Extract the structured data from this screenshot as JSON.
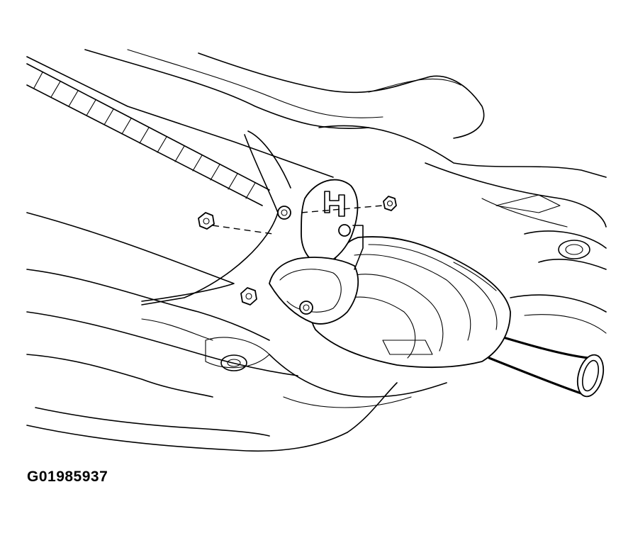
{
  "figure": {
    "id_label": "G01985937"
  },
  "parts": {
    "nuts": [
      "nut-left",
      "nut-upper-flange",
      "nut-lower-flange",
      "nut-lower-left",
      "nut-right"
    ],
    "icons": {
      "converter": "catalytic-converter-icon",
      "flange": "exhaust-flange-icon",
      "pipe": "exhaust-pipe-icon",
      "heat_shield": "heat-shield-icon",
      "nut": "hex-nut-icon"
    }
  },
  "colors": {
    "line": "#000000",
    "background": "#ffffff"
  }
}
